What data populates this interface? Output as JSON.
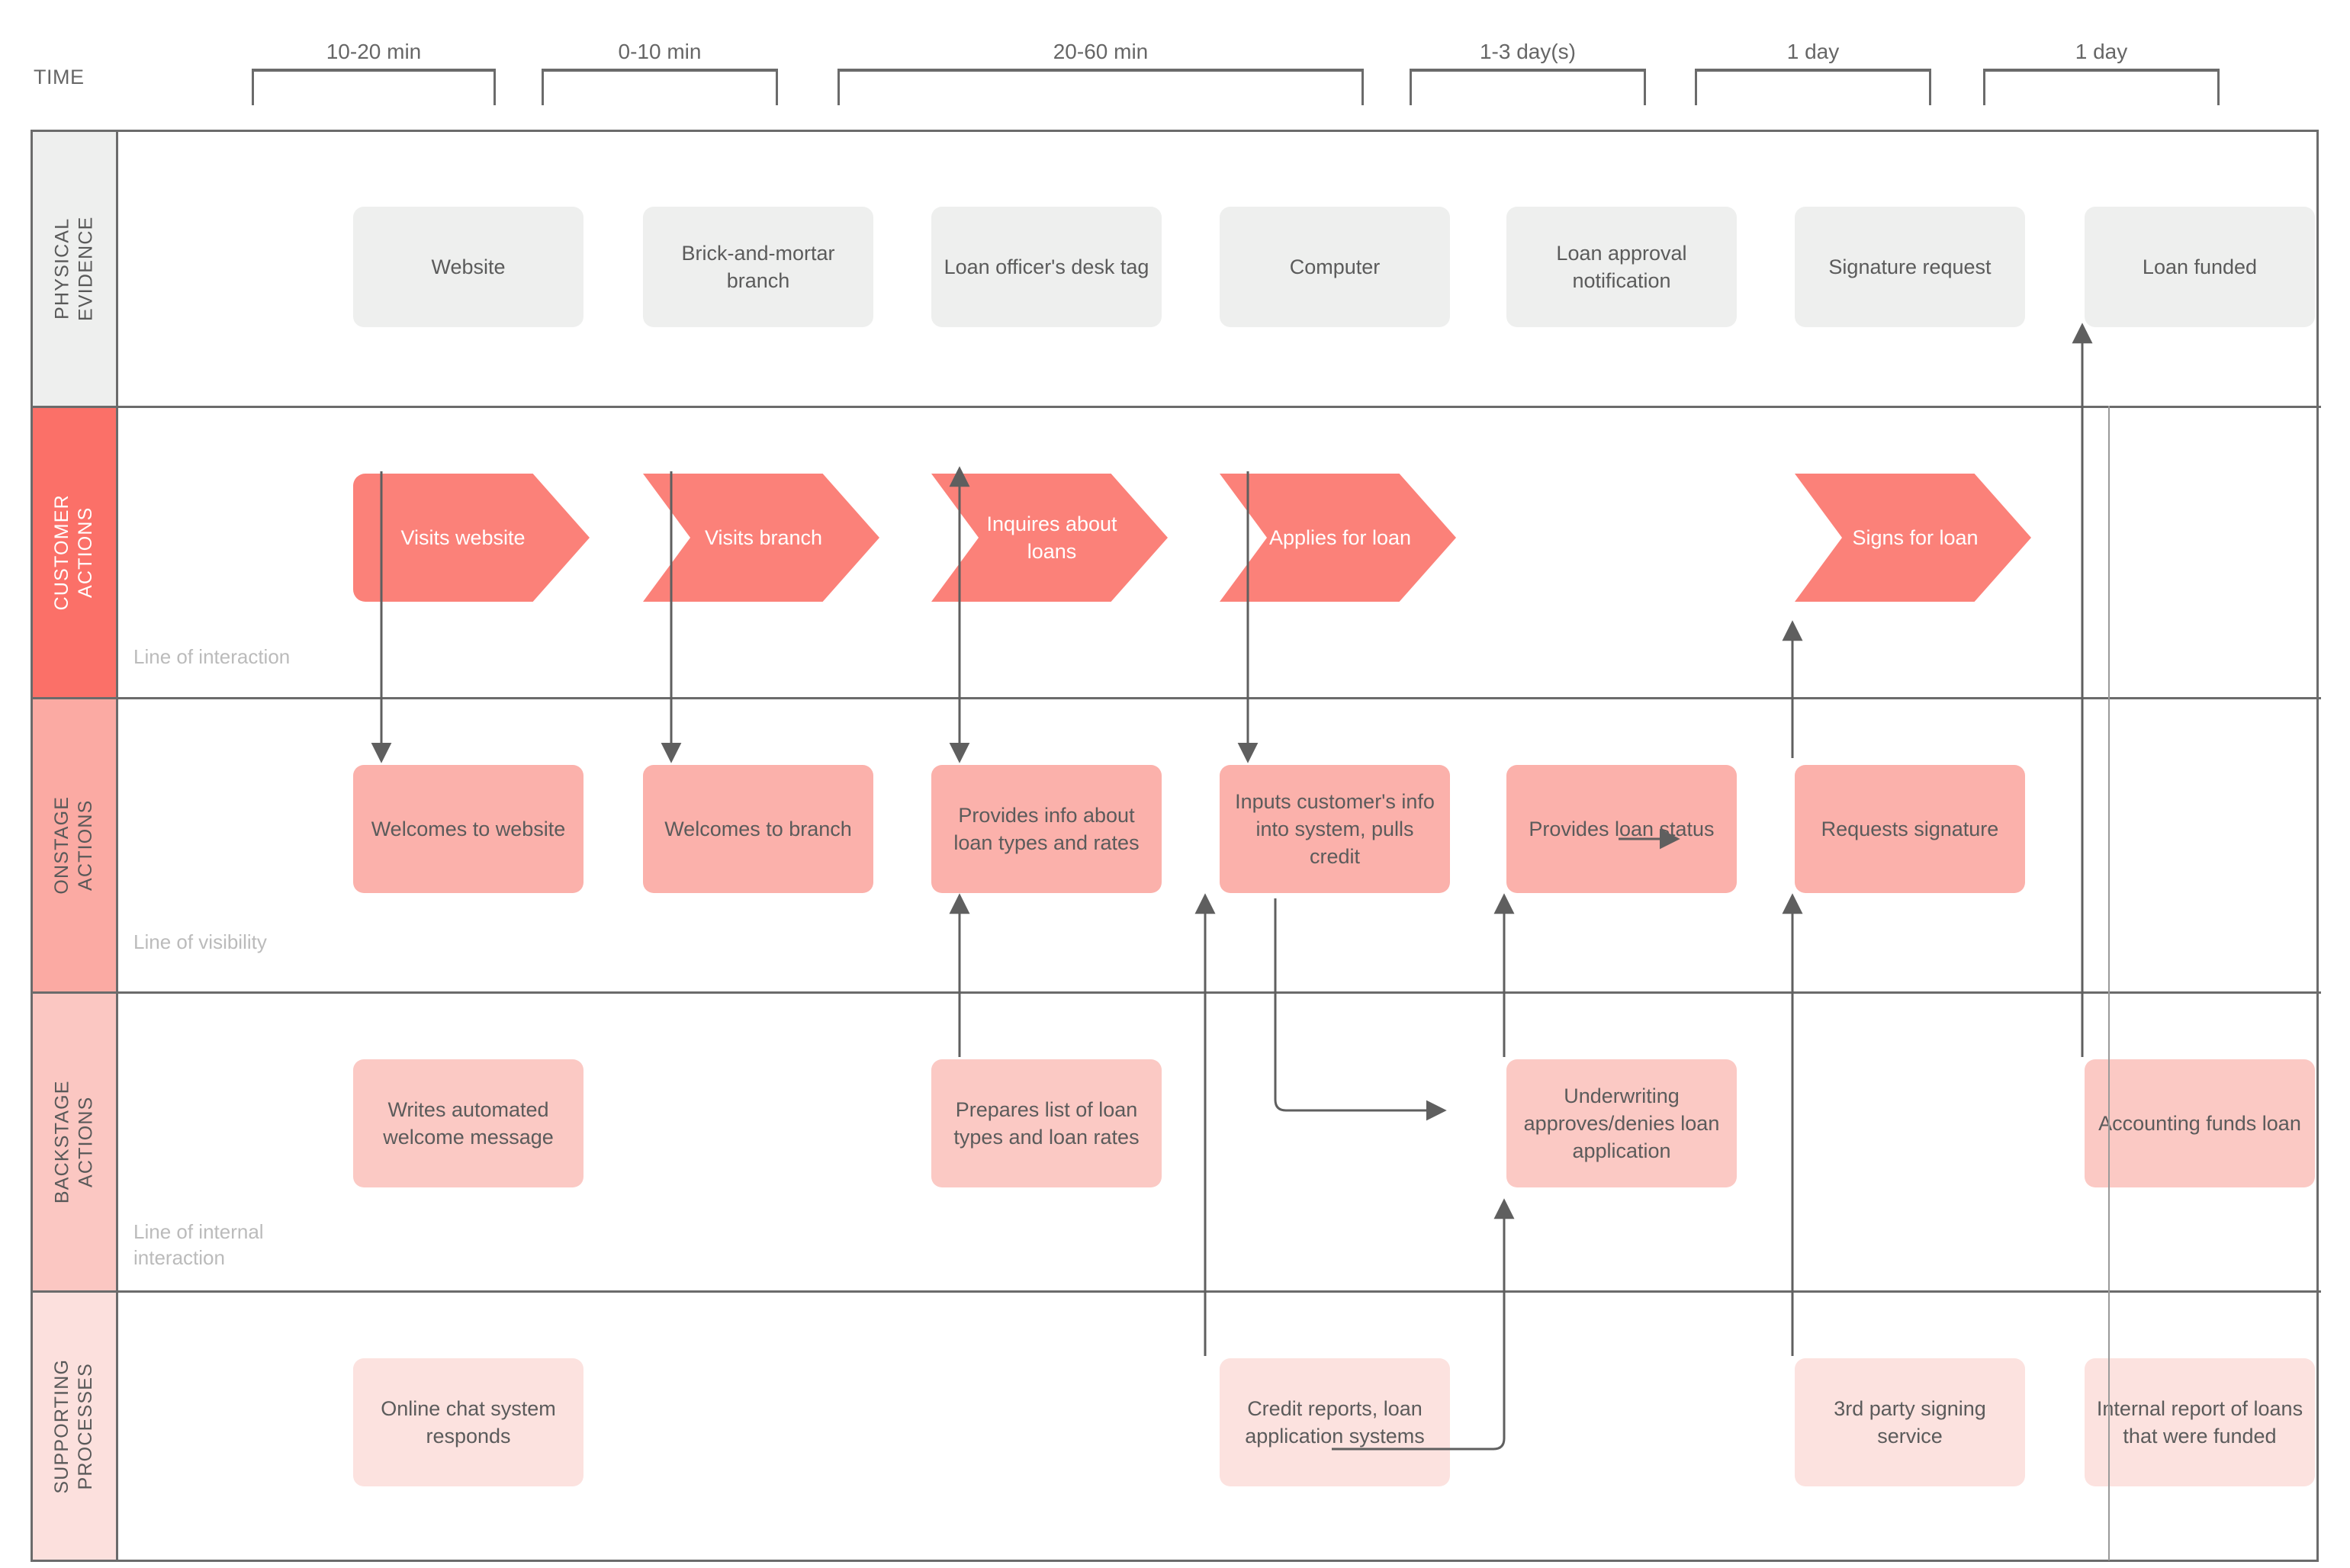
{
  "diagram": {
    "type": "service-blueprint",
    "title_row_label": "TIME",
    "colors": {
      "customer_actions": "#fb8179",
      "onstage_actions": "#fbb1ab",
      "backstage_actions": "#fbc9c4",
      "supporting_processes": "#fce2df",
      "physical_evidence": "#eeefee",
      "grid_line": "#6b6b6b",
      "connector": "#5f5f5f",
      "line_of_label": "#bbbbbb",
      "body_text": "#5b5b5b"
    }
  },
  "time_row": {
    "label": "TIME",
    "segments": [
      {
        "label": "10-20 min"
      },
      {
        "label": "0-10 min"
      },
      {
        "label": "20-60 min"
      },
      {
        "label": "1-3 day(s)"
      },
      {
        "label": "1 day"
      },
      {
        "label": "1 day"
      }
    ]
  },
  "rows": [
    {
      "key": "physical_evidence",
      "label_line1": "PHYSICAL",
      "label_line2": "EVIDENCE"
    },
    {
      "key": "customer_actions",
      "label_line1": "CUSTOMER",
      "label_line2": "ACTIONS"
    },
    {
      "key": "onstage_actions",
      "label_line1": "ONSTAGE",
      "label_line2": "ACTIONS"
    },
    {
      "key": "backstage_actions",
      "label_line1": "BACKSTAGE",
      "label_line2": "ACTIONS"
    },
    {
      "key": "supporting_processes",
      "label_line1": "SUPPORTING",
      "label_line2": "PROCESSES"
    }
  ],
  "line_labels": {
    "interaction": "Line of interaction",
    "visibility": "Line of visibility",
    "internal_interaction_l1": "Line of internal",
    "internal_interaction_l2": "interaction"
  },
  "physical_evidence": [
    {
      "label": "Website"
    },
    {
      "label": "Brick-and-mortar branch"
    },
    {
      "label": "Loan officer's desk tag"
    },
    {
      "label": "Computer"
    },
    {
      "label": "Loan approval notification"
    },
    {
      "label": "Signature request"
    },
    {
      "label": "Loan funded"
    }
  ],
  "customer_actions": [
    {
      "label": "Visits website",
      "shape": "chevron-start"
    },
    {
      "label": "Visits branch",
      "shape": "chevron"
    },
    {
      "label": "Inquires about loans",
      "shape": "chevron"
    },
    {
      "label": "Applies for loan",
      "shape": "chevron"
    },
    {
      "label": "Signs for loan",
      "shape": "chevron"
    }
  ],
  "onstage_actions": [
    {
      "label": "Welcomes to website"
    },
    {
      "label": "Welcomes to branch"
    },
    {
      "label": "Provides info about loan types and rates"
    },
    {
      "label": "Inputs customer's info into system, pulls credit"
    },
    {
      "label": "Provides loan status"
    },
    {
      "label": "Requests signature"
    }
  ],
  "backstage_actions": [
    {
      "label": "Writes automated welcome message"
    },
    {
      "label": "Prepares list of loan types and loan rates"
    },
    {
      "label": "Underwriting approves/denies loan application"
    },
    {
      "label": "Accounting funds loan"
    }
  ],
  "supporting_processes": [
    {
      "label": "Online chat system responds"
    },
    {
      "label": "Credit reports, loan application systems"
    },
    {
      "label": "3rd party signing service"
    },
    {
      "label": "Internal report of loans that were funded"
    }
  ]
}
